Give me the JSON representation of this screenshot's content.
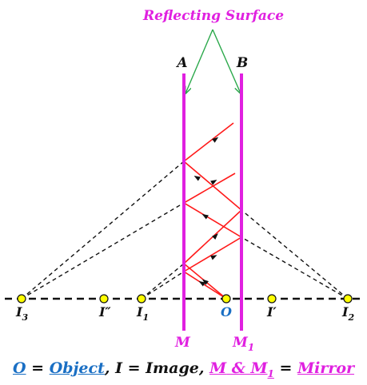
{
  "title": "Reflecting Surface",
  "mirrors": [
    {
      "top": "A",
      "bottom": "M",
      "bottom_sub": ""
    },
    {
      "top": "B",
      "bottom": "M",
      "bottom_sub": "1"
    }
  ],
  "points": [
    {
      "key": "I3",
      "label": "I",
      "sub": "3"
    },
    {
      "key": "I2p",
      "label": "I″",
      "sub": ""
    },
    {
      "key": "I1",
      "label": "I",
      "sub": "1"
    },
    {
      "key": "O",
      "label": "O",
      "sub": ""
    },
    {
      "key": "I1p",
      "label": "I′",
      "sub": ""
    },
    {
      "key": "I2",
      "label": "I",
      "sub": "2"
    }
  ],
  "legend": {
    "o": "O",
    "eq1": " = ",
    "object": "Object",
    "comma1": ", ",
    "i": "I",
    "eq2": " = ",
    "image": "Image",
    "comma2": ", ",
    "m": "M",
    "amp": " & ",
    "m1": "M",
    "m1_sub": "1",
    "eq3": " = ",
    "mirror": "Mirror"
  },
  "colors": {
    "mirror": "#e020e0",
    "ray": "#ff1a1a",
    "annotation": "#2aa84a",
    "dashed": "#111111",
    "point_fill": "#ffff00",
    "object_label": "#1a6fc4"
  }
}
